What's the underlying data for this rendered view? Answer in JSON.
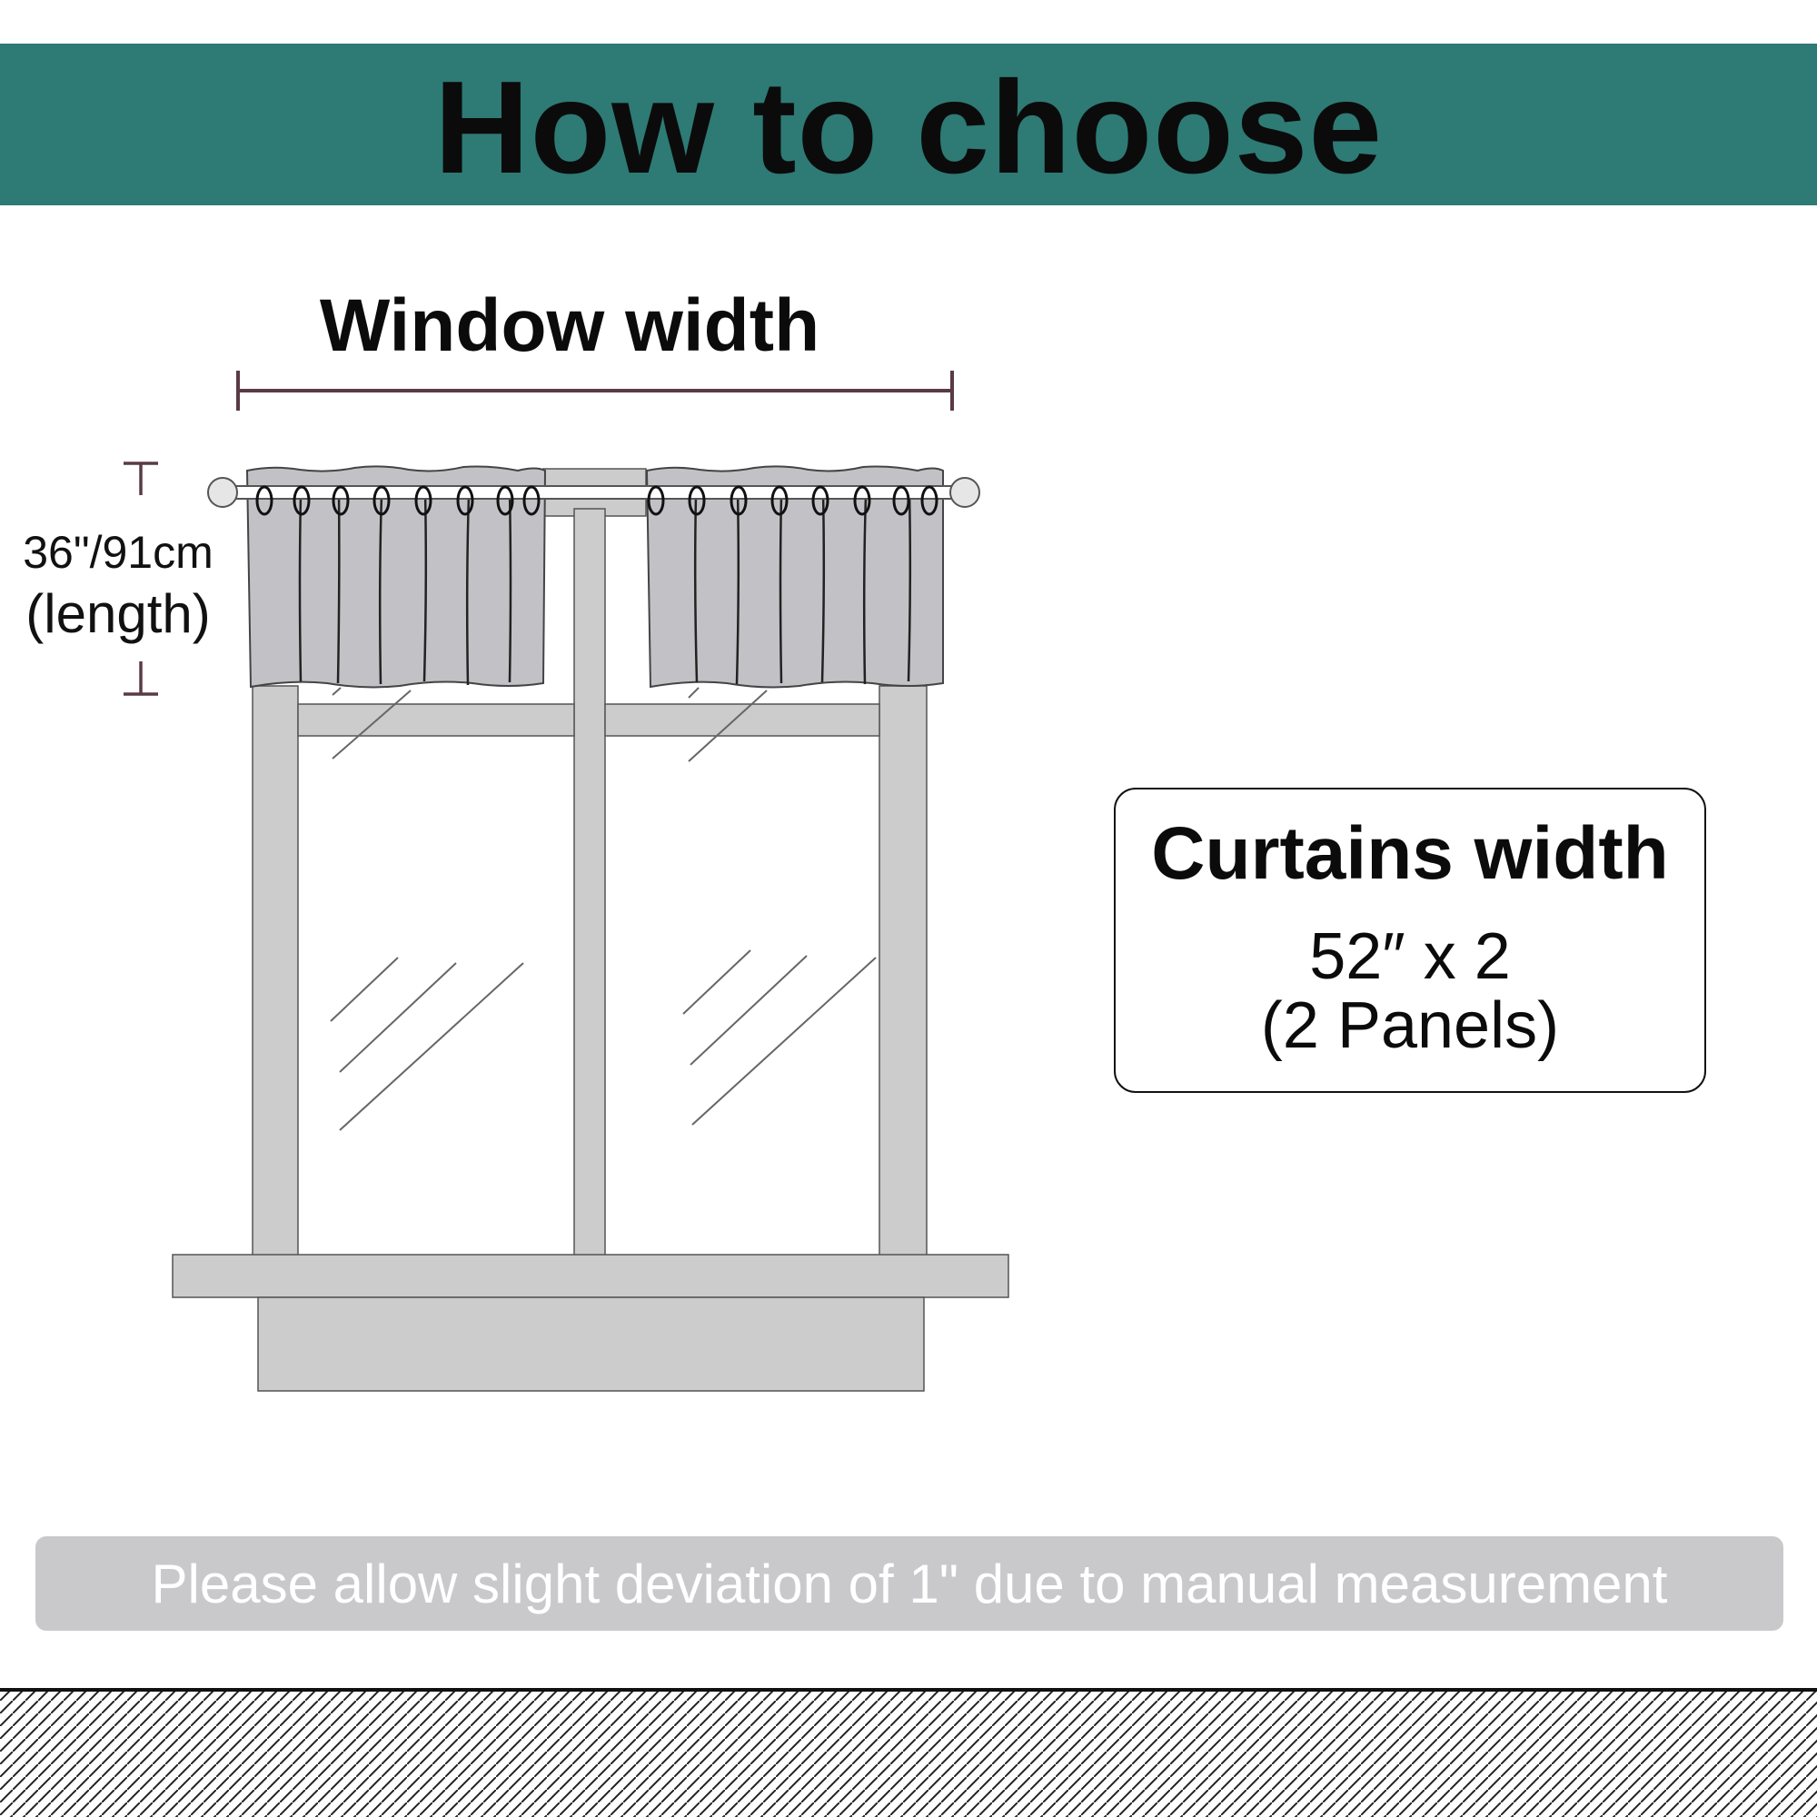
{
  "header": {
    "title": "How to choose"
  },
  "diagram": {
    "window_width_label": "Window width",
    "length_value": "36\"/91cm",
    "length_note": "(length)"
  },
  "info_box": {
    "title": "Curtains width",
    "value": "52″ x 2",
    "note": "(2 Panels)"
  },
  "notice": {
    "text": "Please allow slight deviation of 1\" due to manual measurement"
  },
  "colors": {
    "header_bg": "#2e7a74",
    "frame_gray": "#cccccc",
    "curtain_gray": "#c2c2c6",
    "dimension_line": "#5a3a45",
    "notice_bg": "#c9c9cc"
  }
}
